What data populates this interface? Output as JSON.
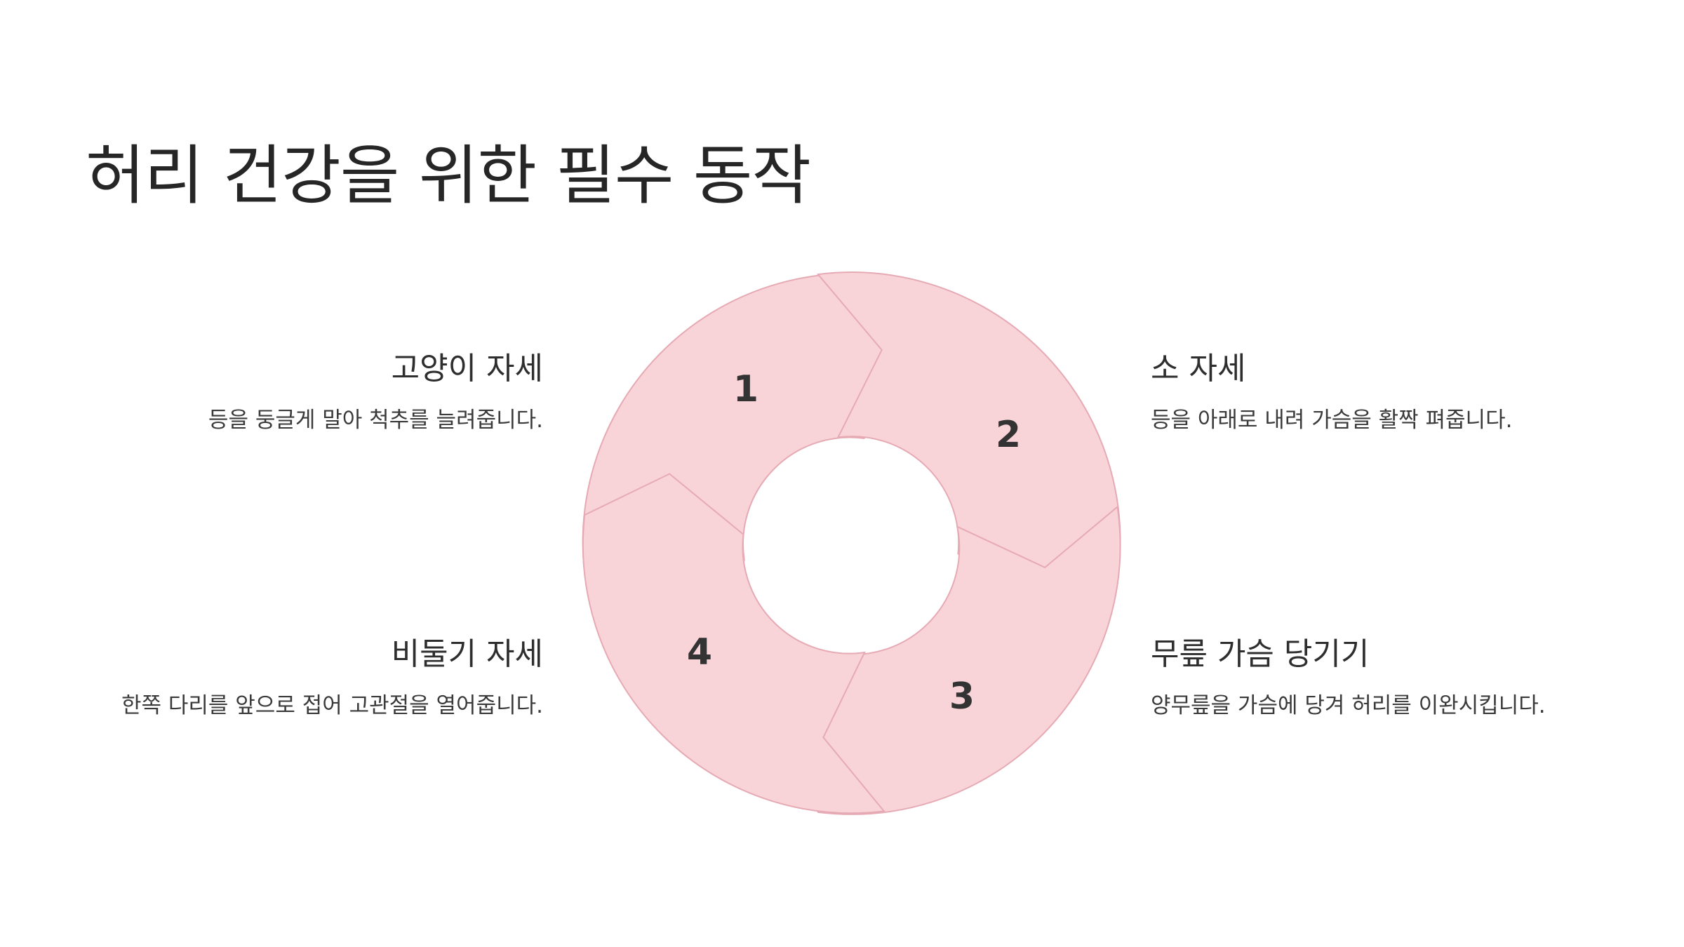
{
  "title": "허리 건강을 위한 필수 동작",
  "steps": [
    {
      "number": "1",
      "title": "고양이 자세",
      "description": "등을 둥글게 말아 척추를 늘려줍니다."
    },
    {
      "number": "2",
      "title": "소 자세",
      "description": "등을 아래로 내려 가슴을 활짝 펴줍니다."
    },
    {
      "number": "3",
      "title": "무릎 가슴 당기기",
      "description": "양무릎을 가슴에 당겨 허리를 이완시킵니다."
    },
    {
      "number": "4",
      "title": "비둘기 자세",
      "description": "한쪽 다리를 앞으로 접어 고관절을 열어줍니다."
    }
  ],
  "colors": {
    "segment_fill": "#f8d3d8",
    "segment_stroke": "#e6aab4",
    "background": "#ffffff"
  }
}
